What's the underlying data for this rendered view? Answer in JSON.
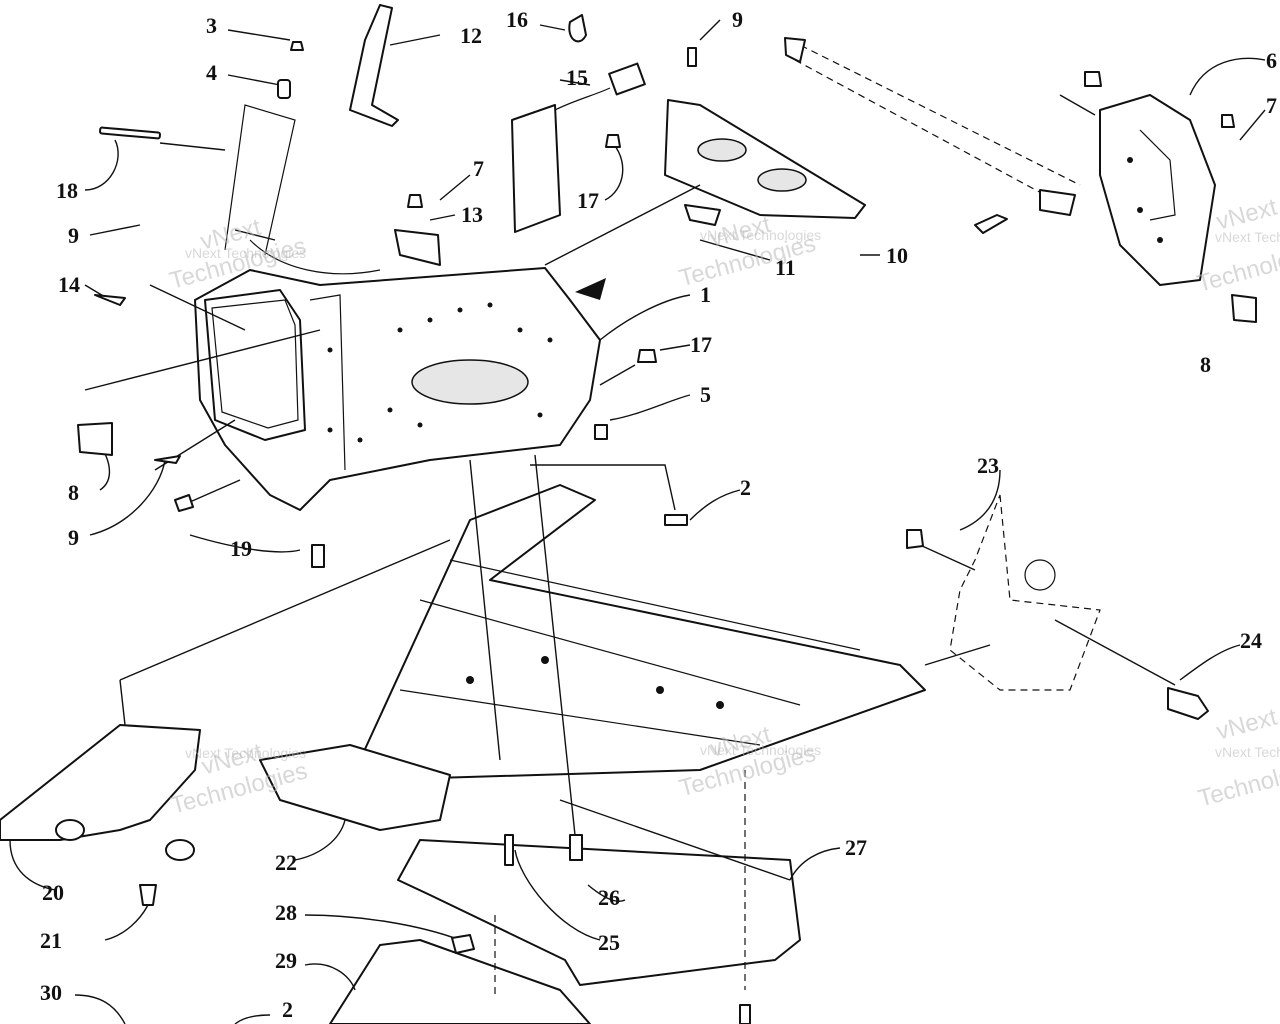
{
  "callouts": [
    "3",
    "4",
    "12",
    "16",
    "15",
    "9",
    "6",
    "7",
    "18",
    "7",
    "17",
    "13",
    "9",
    "14",
    "11",
    "10",
    "1",
    "17",
    "5",
    "8",
    "8",
    "9",
    "2",
    "19",
    "23",
    "24",
    "20",
    "22",
    "27",
    "21",
    "26",
    "25",
    "28",
    "29",
    "30",
    "2"
  ],
  "watermark": {
    "line1": "vNext",
    "line2": "Technologies",
    "line3": "vNext Technologies"
  }
}
